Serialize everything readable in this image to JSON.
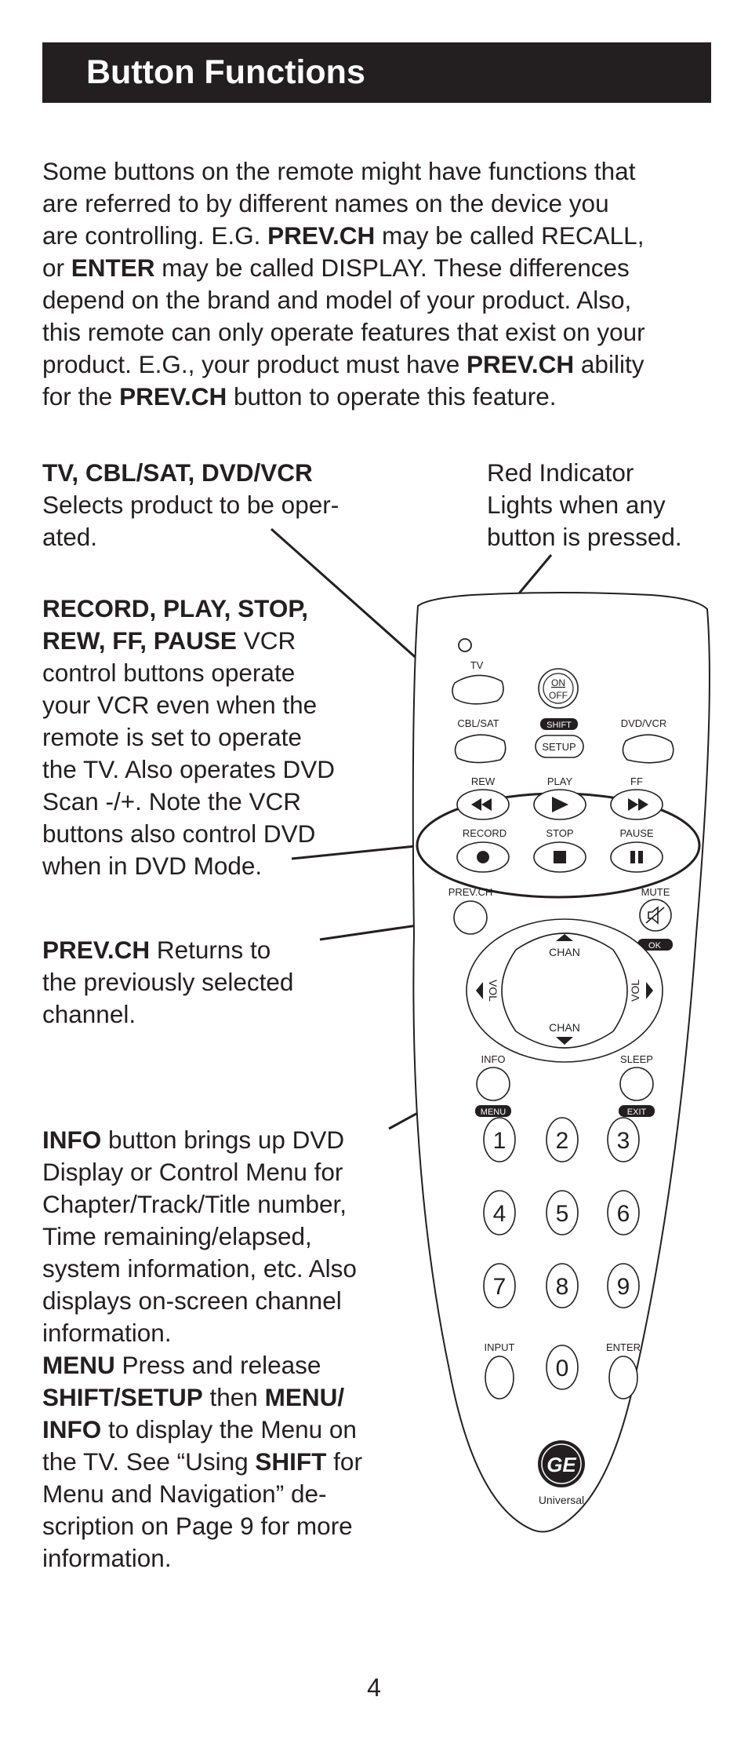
{
  "header": {
    "title": "Button Functions"
  },
  "intro": {
    "lines": [
      [
        {
          "t": "Some buttons on the remote might have functions that",
          "b": false
        }
      ],
      [
        {
          "t": "are referred to by different names on the device you",
          "b": false
        }
      ],
      [
        {
          "t": "are controlling. E.G. ",
          "b": false
        },
        {
          "t": "PREV.CH",
          "b": true
        },
        {
          "t": " may be called RECALL,",
          "b": false
        }
      ],
      [
        {
          "t": "or ",
          "b": false
        },
        {
          "t": "ENTER",
          "b": true
        },
        {
          "t": " may be called DISPLAY. These differences",
          "b": false
        }
      ],
      [
        {
          "t": "depend on the brand and model of your product. Also,",
          "b": false
        }
      ],
      [
        {
          "t": "this remote can only operate features that exist on your",
          "b": false
        }
      ],
      [
        {
          "t": "product. E.G., your product must have ",
          "b": false
        },
        {
          "t": "PREV.CH",
          "b": true
        },
        {
          "t": " ability",
          "b": false
        }
      ],
      [
        {
          "t": "for the ",
          "b": false
        },
        {
          "t": "PREV.CH",
          "b": true
        },
        {
          "t": " button to operate this feature.",
          "b": false
        }
      ]
    ]
  },
  "callouts": {
    "products": {
      "lines": [
        [
          {
            "t": "TV, CBL/SAT, DVD/VCR",
            "b": true
          }
        ],
        [
          {
            "t": "Selects product to be oper-",
            "b": false
          }
        ],
        [
          {
            "t": "ated.",
            "b": false
          }
        ]
      ]
    },
    "indicator": {
      "lines": [
        [
          {
            "t": "Red Indicator",
            "b": false
          }
        ],
        [
          {
            "t": "Lights when any",
            "b": false
          }
        ],
        [
          {
            "t": "button is pressed.",
            "b": false
          }
        ]
      ]
    },
    "vcr": {
      "lines": [
        [
          {
            "t": "RECORD, PLAY, STOP,",
            "b": true
          }
        ],
        [
          {
            "t": "REW, FF, PAUSE",
            "b": true
          },
          {
            "t": " VCR",
            "b": false
          }
        ],
        [
          {
            "t": "control buttons operate",
            "b": false
          }
        ],
        [
          {
            "t": "your VCR even when the",
            "b": false
          }
        ],
        [
          {
            "t": "remote is set to operate",
            "b": false
          }
        ],
        [
          {
            "t": "the TV. Also operates DVD",
            "b": false
          }
        ],
        [
          {
            "t": "Scan -/+. Note the VCR",
            "b": false
          }
        ],
        [
          {
            "t": "buttons also control DVD",
            "b": false
          }
        ],
        [
          {
            "t": "when in DVD Mode.",
            "b": false
          }
        ]
      ]
    },
    "prevch": {
      "lines": [
        [
          {
            "t": "PREV.CH",
            "b": true
          },
          {
            "t": "  Returns to",
            "b": false
          }
        ],
        [
          {
            "t": "the previously selected",
            "b": false
          }
        ],
        [
          {
            "t": "channel.",
            "b": false
          }
        ]
      ]
    },
    "info": {
      "lines": [
        [
          {
            "t": "INFO",
            "b": true
          },
          {
            "t": " button brings up DVD",
            "b": false
          }
        ],
        [
          {
            "t": "Display or Control Menu for",
            "b": false
          }
        ],
        [
          {
            "t": "Chapter/Track/Title number,",
            "b": false
          }
        ],
        [
          {
            "t": "Time remaining/elapsed,",
            "b": false
          }
        ],
        [
          {
            "t": "system information, etc. Also",
            "b": false
          }
        ],
        [
          {
            "t": "displays on-screen channel",
            "b": false
          }
        ],
        [
          {
            "t": "information.",
            "b": false
          }
        ],
        [
          {
            "t": "MENU",
            "b": true
          },
          {
            "t": " Press and release",
            "b": false
          }
        ],
        [
          {
            "t": "SHIFT/SETUP",
            "b": true
          },
          {
            "t": " then ",
            "b": false
          },
          {
            "t": "MENU/",
            "b": true
          }
        ],
        [
          {
            "t": "INFO",
            "b": true
          },
          {
            "t": " to display the Menu on",
            "b": false
          }
        ],
        [
          {
            "t": "the TV. See “Using ",
            "b": false
          },
          {
            "t": "SHIFT",
            "b": true
          },
          {
            "t": " for",
            "b": false
          }
        ],
        [
          {
            "t": "Menu and Navigation” de-",
            "b": false
          }
        ],
        [
          {
            "t": "scription on Page 9 for more",
            "b": false
          }
        ],
        [
          {
            "t": "information.",
            "b": false
          }
        ]
      ]
    }
  },
  "remote": {
    "labels": {
      "tv": "TV",
      "on": "ON",
      "off": "OFF",
      "shift": "SHIFT",
      "cbl_sat": "CBL/SAT",
      "setup": "SETUP",
      "dvd_vcr": "DVD/VCR",
      "rew": "REW",
      "play": "PLAY",
      "ff": "FF",
      "record": "RECORD",
      "stop": "STOP",
      "pause": "PAUSE",
      "prev_ch": "PREV.CH",
      "mute": "MUTE",
      "ok": "OK",
      "chan_up": "CHAN",
      "chan_down": "CHAN",
      "vol_left": "VOL",
      "vol_right": "VOL",
      "info": "INFO",
      "menu": "MENU",
      "sleep": "SLEEP",
      "exit": "EXIT",
      "input": "INPUT",
      "enter": "ENTER",
      "brand_logo": "GE",
      "brand": "Universal"
    },
    "digits": [
      "1",
      "2",
      "3",
      "4",
      "5",
      "6",
      "7",
      "8",
      "9",
      "0"
    ]
  },
  "page_number": "4",
  "colors": {
    "ink": "#231f20",
    "paper": "#ffffff",
    "header_bg": "#231f20"
  }
}
